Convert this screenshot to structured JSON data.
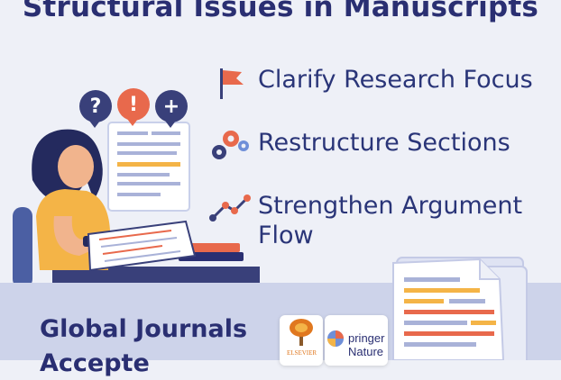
{
  "header": {
    "title": "Structural Issues in Manuscripts"
  },
  "bubbles": [
    {
      "symbol": "?",
      "color": "#39407a"
    },
    {
      "symbol": "!",
      "color": "#e8694c"
    },
    {
      "symbol": "+",
      "color": "#39407a"
    }
  ],
  "features": [
    {
      "icon": "flag-icon",
      "label": "Clarify Research Focus"
    },
    {
      "icon": "gears-icon",
      "label": "Restructure Sections"
    },
    {
      "icon": "trend-line-icon",
      "label_line1": "Strengthen Argument",
      "label_line2": "Flow"
    }
  ],
  "footer": {
    "title_line1": "Global Journals",
    "title_line2": "Accepte",
    "logos": [
      {
        "name": "elsevier-logo",
        "text": "ELSEVIER"
      },
      {
        "name": "springer-nature-logo",
        "line1": "pringer",
        "line2": "Nature"
      }
    ]
  },
  "colors": {
    "navy": "#2a2f72",
    "accent": "#e8694c",
    "background": "#eef0f7",
    "band": "#cdd3ea"
  }
}
